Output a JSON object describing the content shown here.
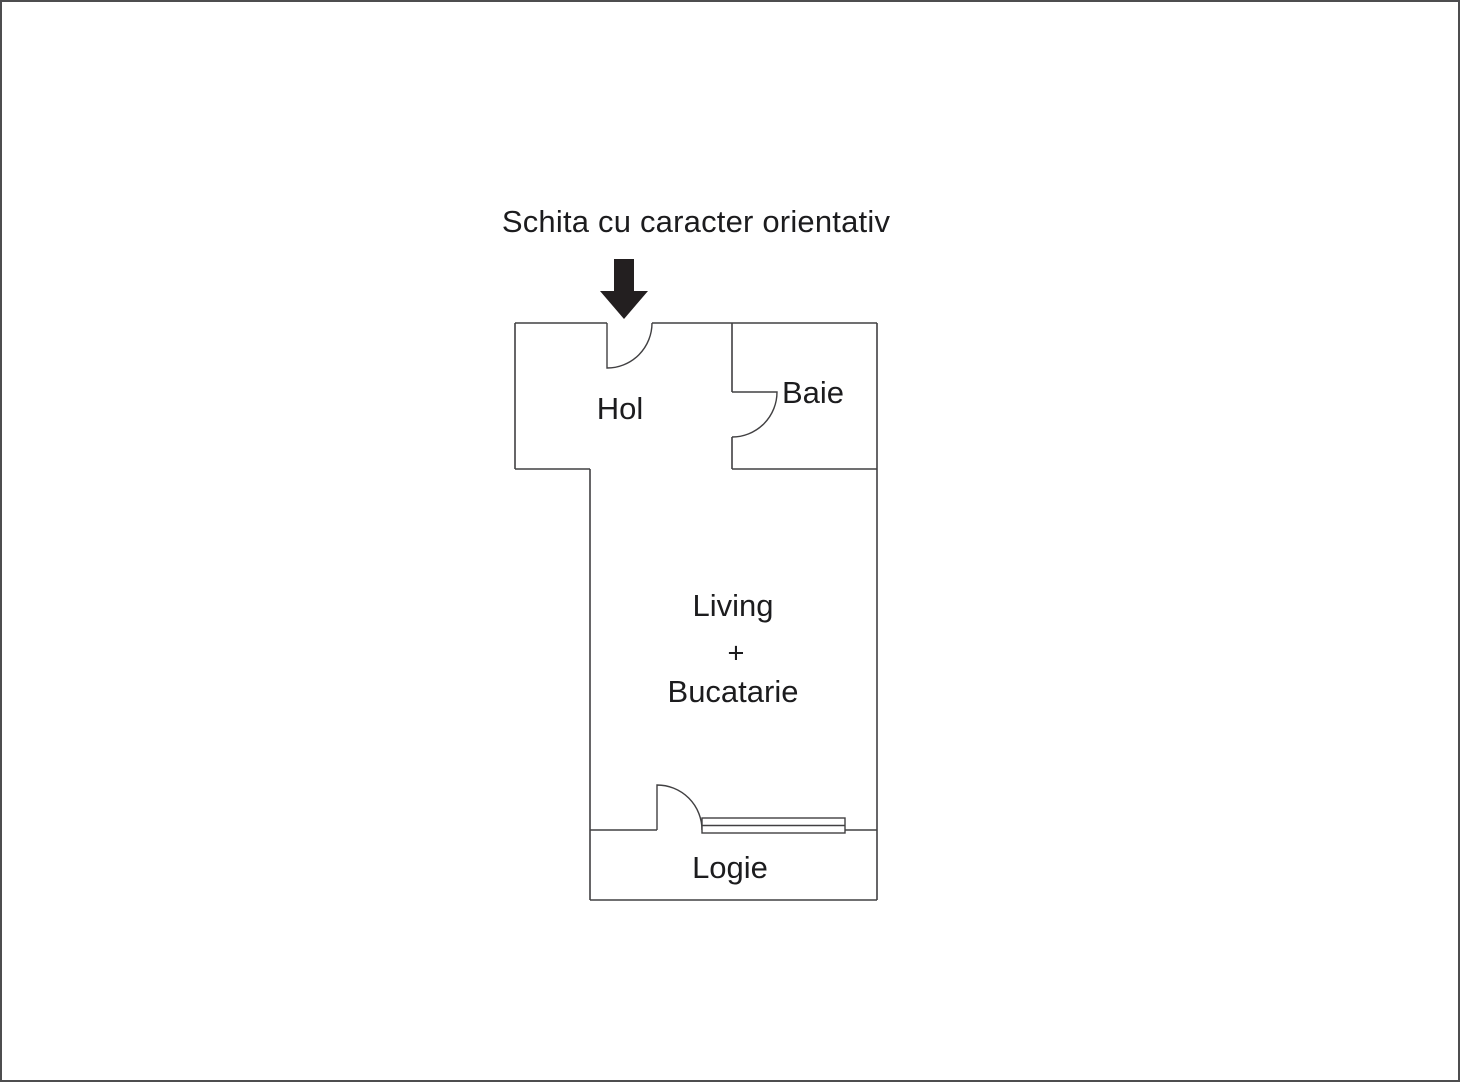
{
  "diagram": {
    "title": "Schita cu caracter orientativ",
    "rooms": {
      "hol": "Hol",
      "baie": "Baie",
      "living_line1": "Living",
      "living_line2": "+",
      "living_line3": "Bucatarie",
      "logie": "Logie"
    },
    "colors": {
      "wall": "#414042",
      "arrow": "#231f20",
      "text": "#1c1c1e",
      "border": "#4d4d4f",
      "background": "#ffffff"
    }
  }
}
